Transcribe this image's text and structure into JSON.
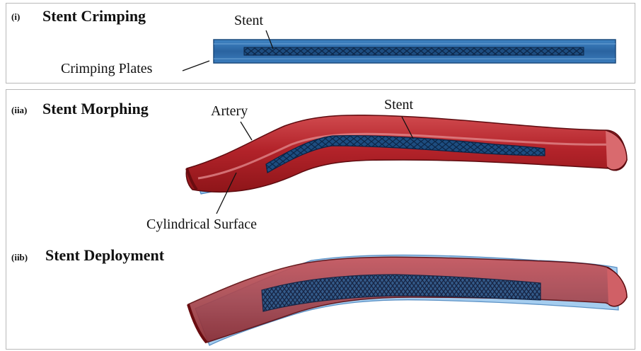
{
  "panel_i": {
    "tag": "(i)",
    "title": "Stent Crimping",
    "labels": {
      "stent": "Stent",
      "plates": "Crimping Plates"
    }
  },
  "panel_iia": {
    "tag": "(iia)",
    "title": "Stent Morphing",
    "labels": {
      "artery": "Artery",
      "stent": "Stent",
      "surface": "Cylindrical Surface"
    }
  },
  "panel_iib": {
    "tag": "(iib)",
    "title": "Stent Deployment"
  },
  "colors": {
    "plate_blue": "#2f6fad",
    "stent_dark": "#143a66",
    "artery_red": "#b8262c",
    "artery_dark": "#7c1014",
    "surface_blue": "#8ec0ea"
  }
}
